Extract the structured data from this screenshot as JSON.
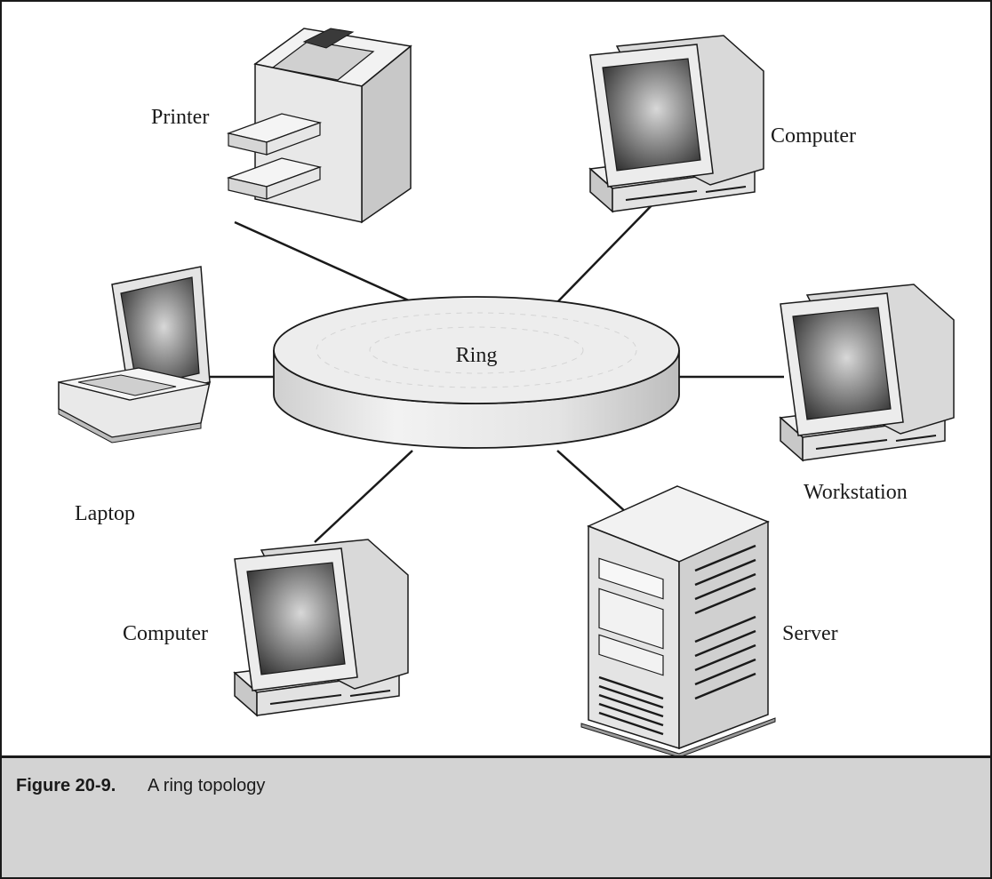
{
  "diagram": {
    "center_label": "Ring",
    "nodes": [
      {
        "id": "printer",
        "label": "Printer",
        "icon": "printer-icon"
      },
      {
        "id": "computer-top",
        "label": "Computer",
        "icon": "desktop-computer-icon"
      },
      {
        "id": "laptop",
        "label": "Laptop",
        "icon": "laptop-icon"
      },
      {
        "id": "workstation",
        "label": "Workstation",
        "icon": "desktop-computer-icon"
      },
      {
        "id": "computer-bottom",
        "label": "Computer",
        "icon": "desktop-computer-icon"
      },
      {
        "id": "server",
        "label": "Server",
        "icon": "tower-server-icon"
      }
    ]
  },
  "caption": {
    "number": "Figure 20-9.",
    "text": "A ring topology"
  },
  "colors": {
    "line": "#1a1a1a",
    "caption_bg": "#d3d3d3",
    "device_face": "#e6e6e6",
    "device_side": "#bdbdbd",
    "screen": "#3a3a3a"
  }
}
